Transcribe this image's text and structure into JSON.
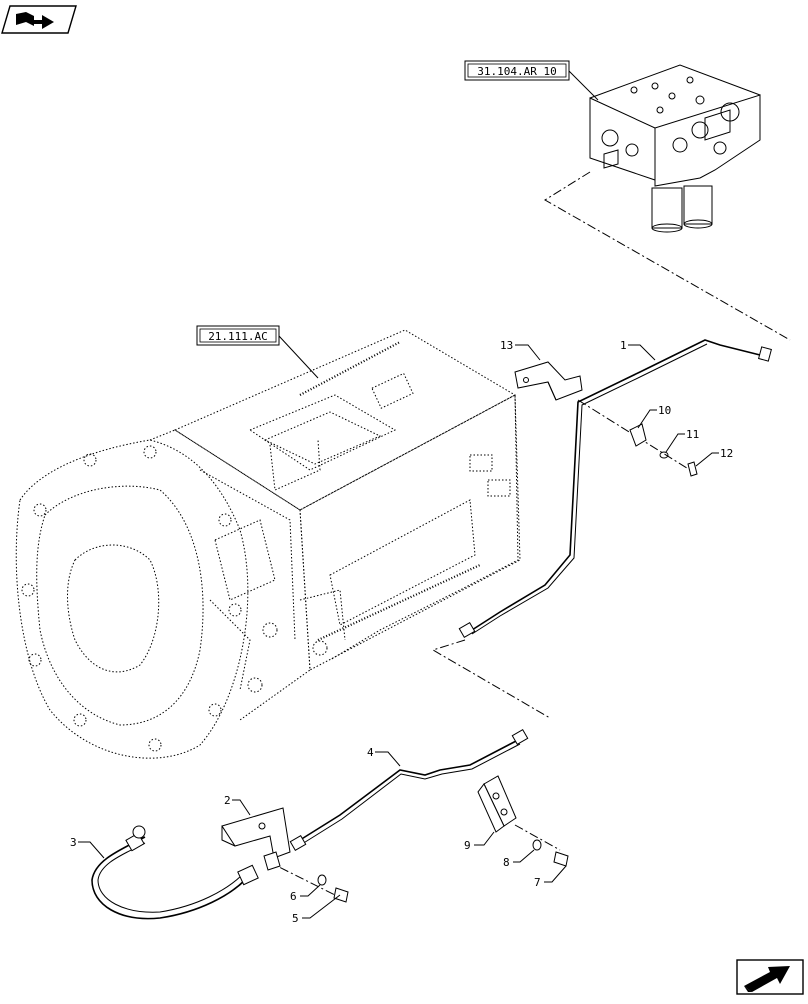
{
  "references": {
    "valve_ref": "31.104.AR 10",
    "housing_ref": "21.111.AC"
  },
  "callouts": [
    {
      "id": "1",
      "label": "1"
    },
    {
      "id": "2",
      "label": "2"
    },
    {
      "id": "3",
      "label": "3"
    },
    {
      "id": "4",
      "label": "4"
    },
    {
      "id": "5",
      "label": "5"
    },
    {
      "id": "6",
      "label": "6"
    },
    {
      "id": "7",
      "label": "7"
    },
    {
      "id": "8",
      "label": "8"
    },
    {
      "id": "9",
      "label": "9"
    },
    {
      "id": "10",
      "label": "10"
    },
    {
      "id": "11",
      "label": "11"
    },
    {
      "id": "12",
      "label": "12"
    },
    {
      "id": "13",
      "label": "13"
    }
  ],
  "icons": {
    "top_left": "book-arrow-icon",
    "bottom_right": "next-page-arrow-icon"
  }
}
